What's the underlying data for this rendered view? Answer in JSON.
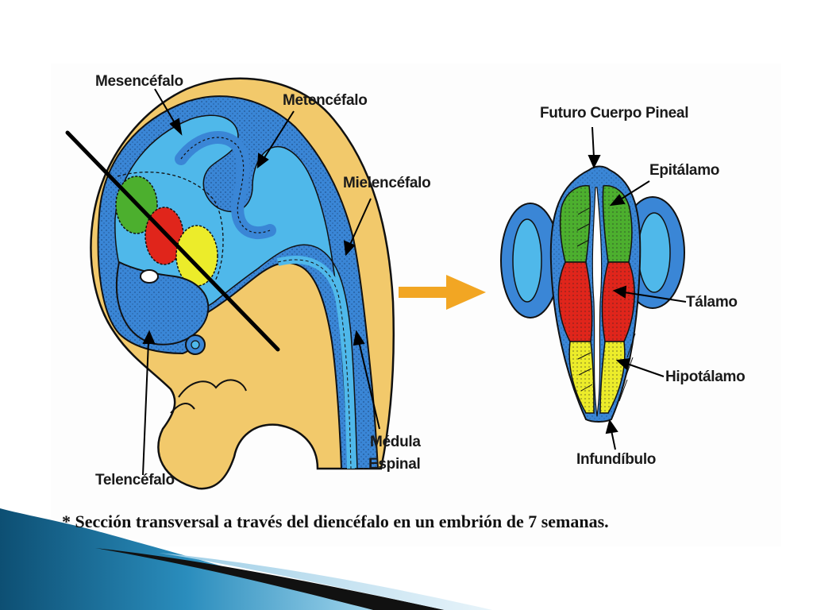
{
  "diagram": {
    "left_labels": {
      "mesencefalo": "Mesencéfalo",
      "metencefalo": "Metencéfalo",
      "mielencefalo": "Mielencéfalo",
      "medula_line1": "Médula",
      "medula_line2": "Espinal",
      "telencefalo": "Telencéfalo"
    },
    "right_labels": {
      "pineal": "Futuro Cuerpo Pineal",
      "epitalamo": "Epitálamo",
      "talamo": "Tálamo",
      "hipotalamo": "Hipotálamo",
      "infundibulo": "Infundíbulo"
    },
    "caption": "* Sección transversal a través del diencéfalo en un embrión de 7 semanas."
  },
  "colors": {
    "skin": "#f2c96b",
    "brain_light_blue": "#4fb8ea",
    "brain_wall_blue": "#3a86d6",
    "epithalamus_green": "#4caf2e",
    "thalamus_red": "#e0251b",
    "hypothalamus_yellow": "#ecec2a",
    "arrow_orange": "#f2a623",
    "slide_accent": "#1d6f9a"
  }
}
